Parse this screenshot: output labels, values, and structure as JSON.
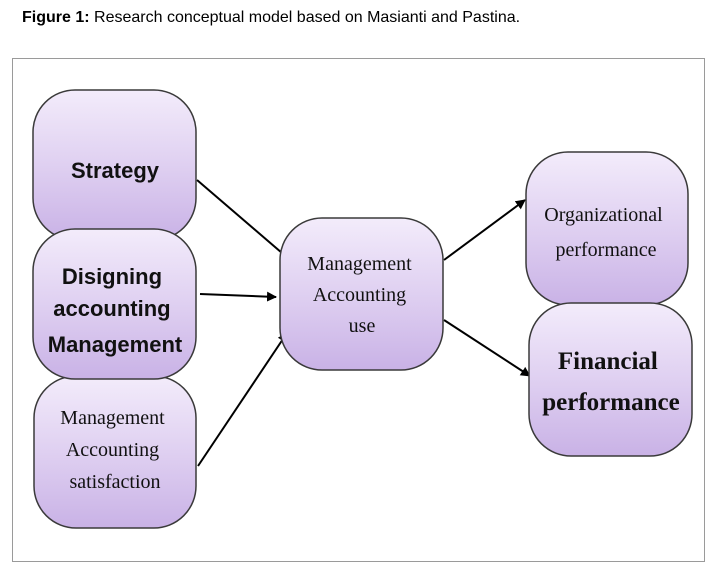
{
  "figure": {
    "label": "Figure 1:",
    "caption": "Research conceptual model based on Masianti and Pastina."
  },
  "colors": {
    "box_fill_top": "#f3ecfb",
    "box_fill_mid": "#ddcdf0",
    "box_fill_bottom": "#c9b2e6",
    "box_stroke": "#3a3a3a",
    "arrow": "#000000"
  },
  "nodes": {
    "strategy": {
      "lines": [
        "Strategy"
      ]
    },
    "designing": {
      "lines": [
        "Disigning",
        "accounting",
        "Management"
      ]
    },
    "satisfaction": {
      "lines": [
        "Management",
        "Accounting",
        "satisfaction"
      ]
    },
    "use": {
      "lines": [
        "Management",
        "Accounting",
        "use"
      ]
    },
    "organizational": {
      "lines": [
        "Organizational",
        "performance"
      ]
    },
    "financial": {
      "lines": [
        "Financial",
        "performance"
      ]
    }
  }
}
